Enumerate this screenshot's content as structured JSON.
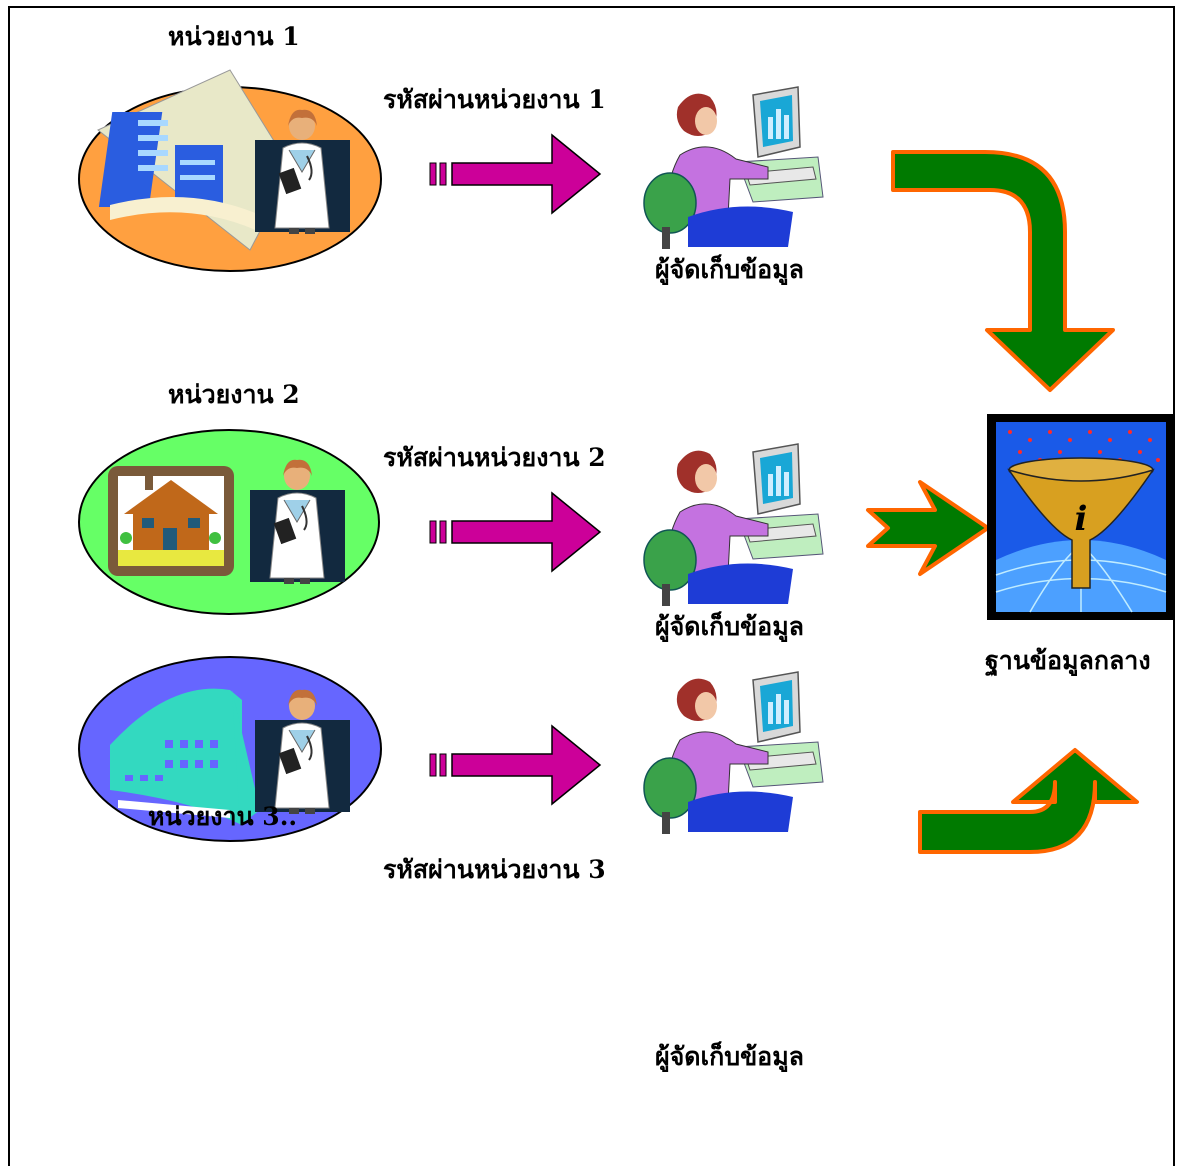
{
  "units": [
    {
      "title": "หน่วยงาน 1",
      "password_label": "รหัสผ่านหน่วยงาน 1",
      "collector_label": "ผู้จัดเก็บข้อมูล",
      "oval_color": "#FFA040",
      "icon": "office-building-icon"
    },
    {
      "title": "หน่วยงาน 2",
      "password_label": "รหัสผ่านหน่วยงาน 2",
      "collector_label": "ผู้จัดเก็บข้อมูล",
      "oval_color": "#66FF66",
      "icon": "house-icon"
    },
    {
      "title": "หน่วยงาน 3..",
      "password_label": "รหัสผ่านหน่วยงาน 3",
      "collector_label": "ผู้จัดเก็บข้อมูล",
      "oval_color": "#6666FF",
      "icon": "hospital-building-icon"
    }
  ],
  "central_database": {
    "label": "ฐานข้อมูลกลาง",
    "icon": "funnel-info-icon"
  },
  "colors": {
    "transfer_arrow": "#CC0099",
    "flow_arrow_fill": "#007A00",
    "flow_arrow_stroke": "#FF6600"
  }
}
